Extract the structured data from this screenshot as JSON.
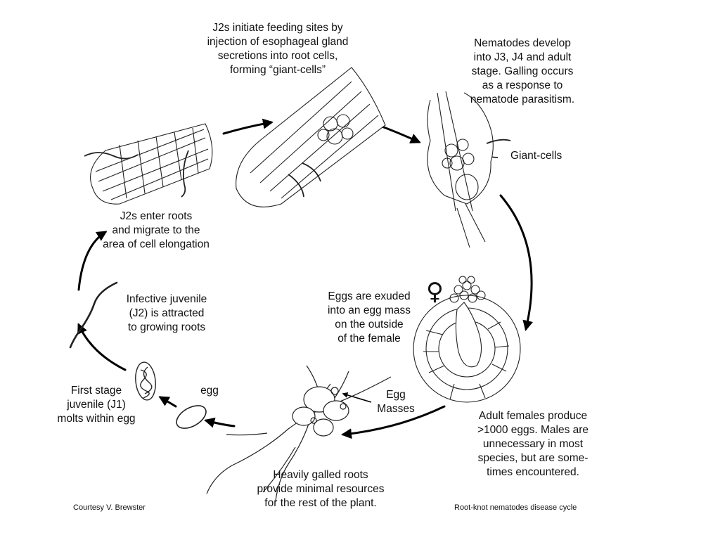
{
  "labels": {
    "feeding_sites": "J2s initiate feeding sites by\ninjection of esophageal gland\nsecretions into root cells,\nforming “giant-cells”",
    "develop": "Nematodes develop\ninto J3, J4 and adult\nstage. Galling occurs\nas a response to\nnematode parasitism.",
    "giant_cells": "Giant-cells",
    "enter_roots": "J2s enter roots\nand migrate to the\narea of cell elongation",
    "infective_juvenile": "Infective juvenile\n(J2) is attracted\nto growing roots",
    "eggs_exuded": "Eggs are exuded\ninto an egg mass\non the outside\nof the female",
    "egg": "egg",
    "first_stage": "First stage\njuvenile (J1)\nmolts within egg",
    "egg_masses": "Egg\nMasses",
    "adult_females": "Adult females produce\n>1000 eggs. Males are\nunnecessary in most\nspecies, but are some-\ntimes encountered.",
    "galled_roots": "Heavily galled roots\nprovide minimal resources\nfor the rest of the plant."
  },
  "female_symbol": "♀",
  "footer": {
    "credit": "Courtesy V. Brewster",
    "caption": "Root-knot nematodes disease cycle"
  }
}
